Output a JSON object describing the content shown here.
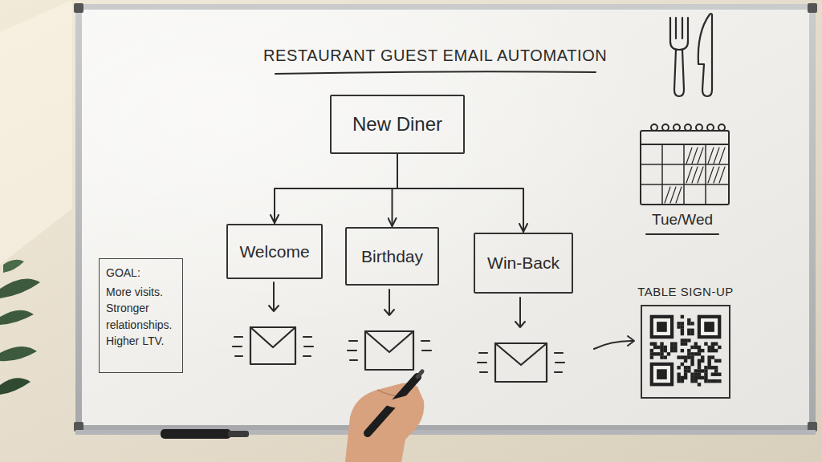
{
  "diagram": {
    "title": "RESTAURANT GUEST EMAIL AUTOMATION",
    "nodes": [
      {
        "text": [
          "New Diner"
        ]
      },
      {
        "text": [
          "Welcome"
        ]
      },
      {
        "text": [
          "Birthday"
        ]
      },
      {
        "text": [
          "Win-Back"
        ]
      },
      {
        "text": [
          "GOAL:",
          "More visits. Stronger relationships. Higher LTV."
        ]
      },
      {
        "text": [
          "TABLE SIGN-UP"
        ]
      }
    ],
    "edges": [
      {
        "from": 0,
        "to": 1,
        "arrow": "to"
      },
      {
        "from": 0,
        "to": 2,
        "arrow": "to"
      },
      {
        "from": 0,
        "to": 3,
        "arrow": "to"
      }
    ],
    "labels": [
      "Tue/Wed"
    ]
  }
}
